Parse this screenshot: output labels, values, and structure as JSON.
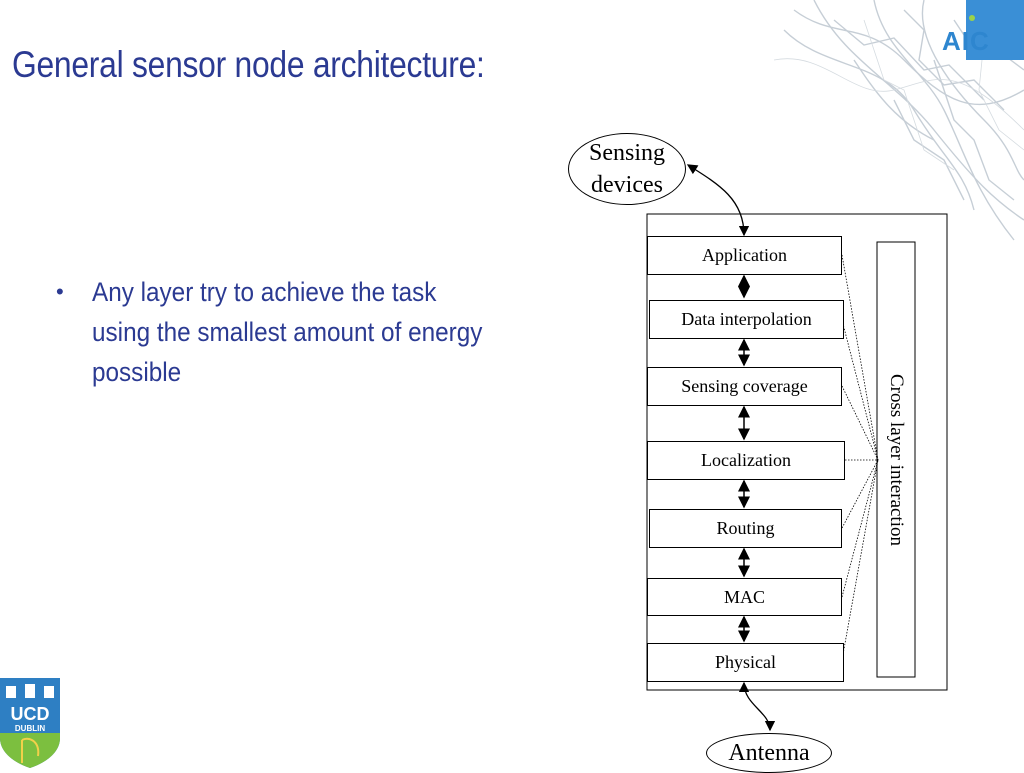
{
  "slide": {
    "title": "General sensor node architecture:",
    "bullets": [
      "Any layer try to achieve the task using the smallest amount of energy possible"
    ]
  },
  "diagram": {
    "top_node": "Sensing devices",
    "bottom_node": "Antenna",
    "layers": [
      "Application",
      "Data interpolation",
      "Sensing coverage",
      "Localization",
      "Routing",
      "MAC",
      "Physical"
    ],
    "cross_layer": "Cross layer interaction"
  },
  "logos": {
    "aic": "AIC",
    "ucd_line1": "UCD",
    "ucd_line2": "DUBLIN"
  },
  "colors": {
    "title": "#2b3a92",
    "aic_blue": "#3a8fd6",
    "ucd_blue": "#2e7fc3",
    "ucd_green": "#7cbf3f"
  }
}
